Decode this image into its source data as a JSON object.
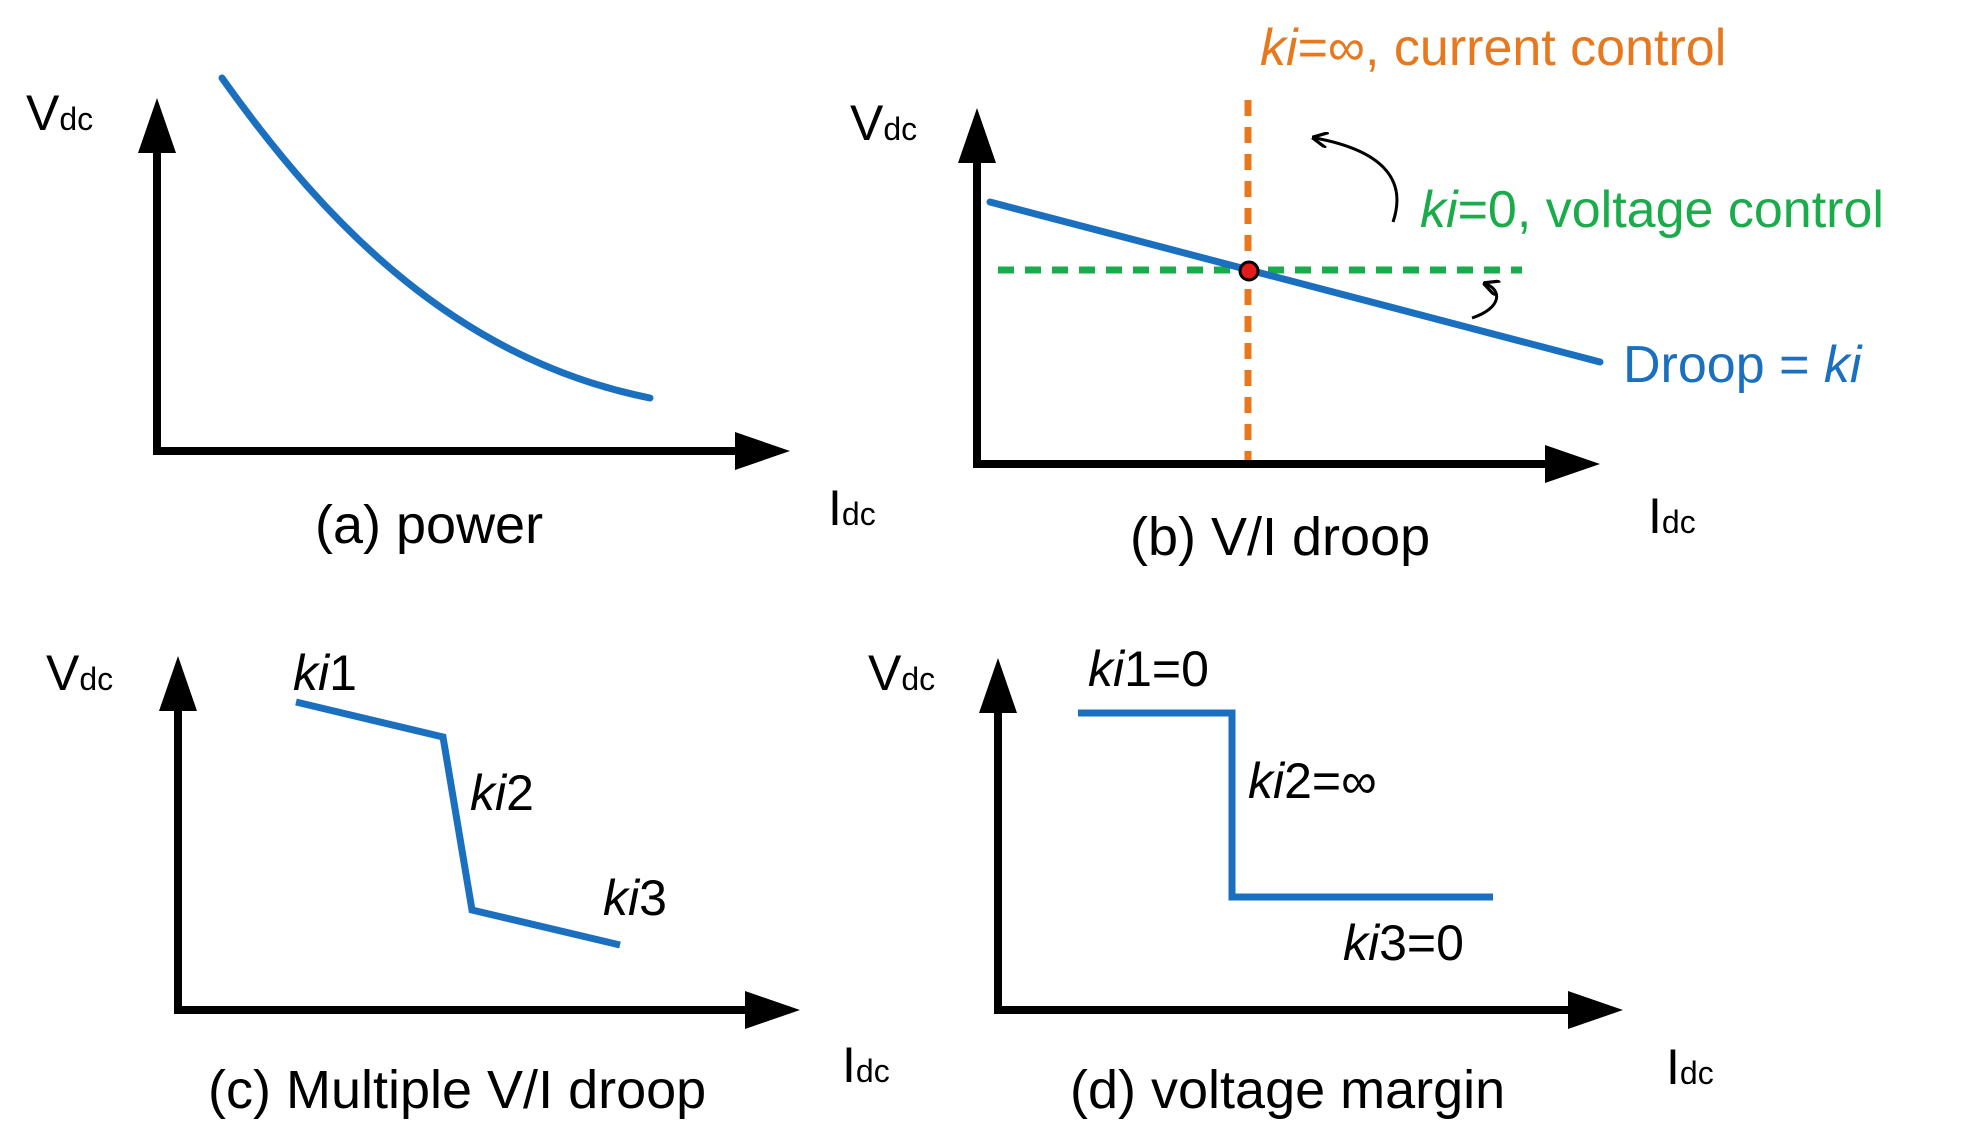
{
  "colors": {
    "axis": "#000000",
    "droop": "#1a6fbf",
    "current_control": "#e8781e",
    "voltage_control": "#1aab4a",
    "operating_point": "#e31b1b"
  },
  "axis_labels": {
    "v_main": "V",
    "v_sub": "dc",
    "i_main": "I",
    "i_sub": "dc"
  },
  "panels": {
    "a": {
      "caption": "(a) power"
    },
    "b": {
      "caption": "(b) V/I droop",
      "current_control_ki": "ki",
      "current_control_rest": "=∞, current control",
      "voltage_control_ki": "ki",
      "voltage_control_rest": "=0, voltage control",
      "droop_prefix": "Droop = ",
      "droop_ki": "ki"
    },
    "c": {
      "caption": "(c) Multiple V/I droop",
      "ki1_ki": "ki",
      "ki1_num": "1",
      "ki2_ki": "ki",
      "ki2_num": "2",
      "ki3_ki": "ki",
      "ki3_num": "3"
    },
    "d": {
      "caption": "(d) voltage margin",
      "ki1_ki": "ki",
      "ki1_rest": "1=0",
      "ki2_ki": "ki",
      "ki2_rest": "2=∞",
      "ki3_ki": "ki",
      "ki3_rest": "3=0"
    }
  }
}
